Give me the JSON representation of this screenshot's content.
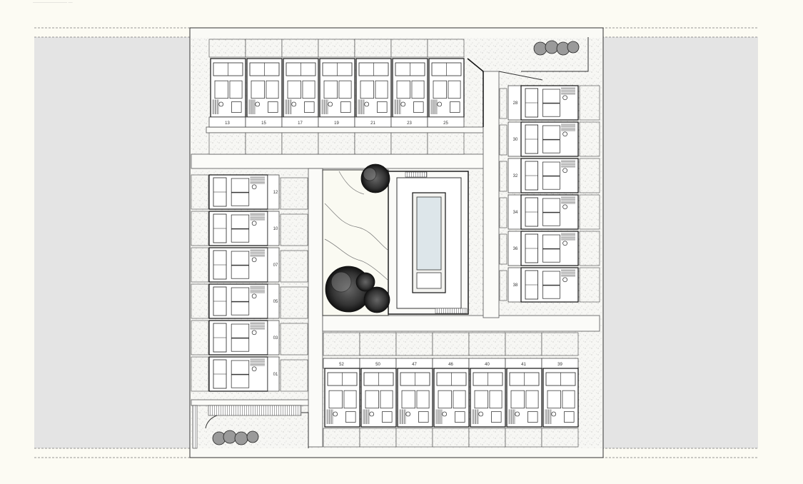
{
  "caption": "———————— —",
  "units": {
    "north_row": [
      "13",
      "15",
      "17",
      "19",
      "21",
      "23",
      "25"
    ],
    "west_col": [
      "12",
      "10",
      "07",
      "05",
      "03",
      "01"
    ],
    "east_col": [
      "28",
      "30",
      "32",
      "34",
      "36",
      "38"
    ],
    "south_row": [
      "52",
      "50",
      "47",
      "46",
      "40",
      "41",
      "39"
    ]
  },
  "colors": {
    "paper": "#fcfbf3",
    "site_grey": "#e4e4e4",
    "line": "#1a1a1a",
    "pool_water": "#dde6ea"
  }
}
